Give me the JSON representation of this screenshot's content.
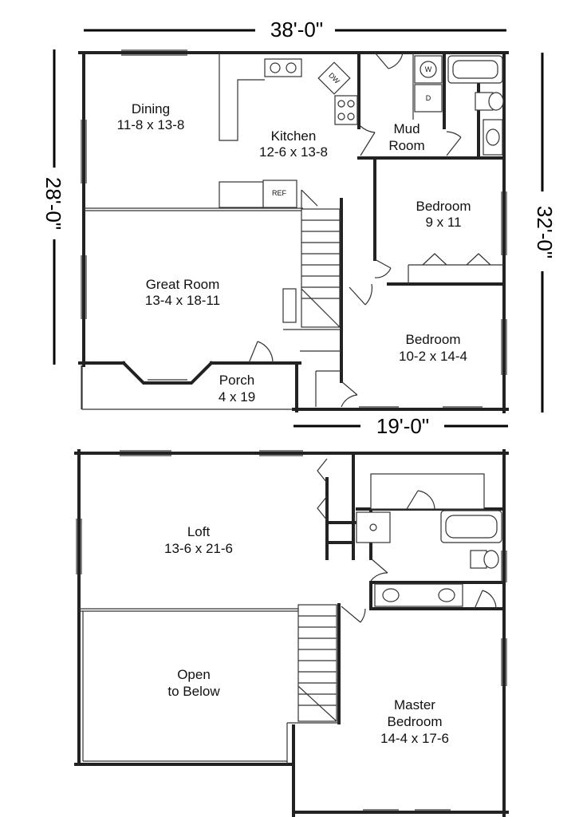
{
  "dimensions": {
    "width_top": "38'-0\"",
    "depth_left": "28'-0\"",
    "depth_right": "32'-0\"",
    "width_bottom": "19'-0\""
  },
  "fixtures": {
    "dishwasher": "DW",
    "refrigerator": "REF",
    "washer": "W",
    "dryer": "D"
  },
  "main_floor": {
    "rooms": [
      {
        "id": "dining",
        "name": "Dining",
        "size": "11-8 x 13-8"
      },
      {
        "id": "kitchen",
        "name": "Kitchen",
        "size": "12-6 x 13-8"
      },
      {
        "id": "mud-room",
        "name": "Mud",
        "size": "Room"
      },
      {
        "id": "bedroom-1",
        "name": "Bedroom",
        "size": "9 x 11"
      },
      {
        "id": "great-room",
        "name": "Great Room",
        "size": "13-4 x 18-11"
      },
      {
        "id": "bedroom-2",
        "name": "Bedroom",
        "size": "10-2 x 14-4"
      },
      {
        "id": "porch",
        "name": "Porch",
        "size": "4 x 19"
      }
    ]
  },
  "upper_floor": {
    "rooms": [
      {
        "id": "loft",
        "name": "Loft",
        "size": "13-6 x 21-6"
      },
      {
        "id": "open-to-below",
        "name": "Open",
        "size": "to Below"
      },
      {
        "id": "master-bedroom",
        "name": "Master",
        "name2": "Bedroom",
        "size": "14-4 x 17-6"
      }
    ]
  }
}
